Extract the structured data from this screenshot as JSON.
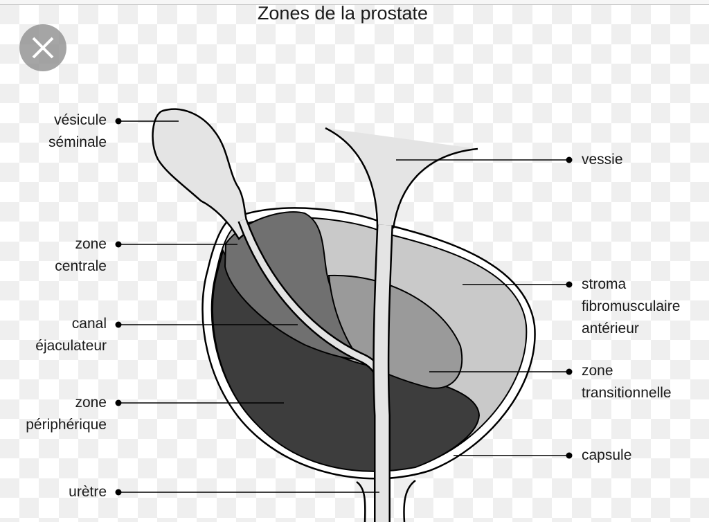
{
  "title": "Zones de la prostate",
  "close_icon": "close-icon",
  "labels": {
    "vesicule": [
      "vésicule",
      "séminale"
    ],
    "zone_centrale": [
      "zone",
      "centrale"
    ],
    "canal": [
      "canal",
      "éjaculateur"
    ],
    "zone_peripherique": [
      "zone",
      "périphérique"
    ],
    "uretre": [
      "urètre"
    ],
    "vessie": [
      "vessie"
    ],
    "stroma": [
      "stroma",
      "fibromusculaire",
      "antérieur"
    ],
    "zone_transitionnelle": [
      "zone",
      "transitionnelle"
    ],
    "capsule": [
      "capsule"
    ]
  },
  "colors": {
    "peripheral": "#3d3d3d",
    "central": "#707070",
    "transitional": "#9a9a9a",
    "stroma": "#c9c9c9",
    "urethra": "#e4e4e4"
  }
}
